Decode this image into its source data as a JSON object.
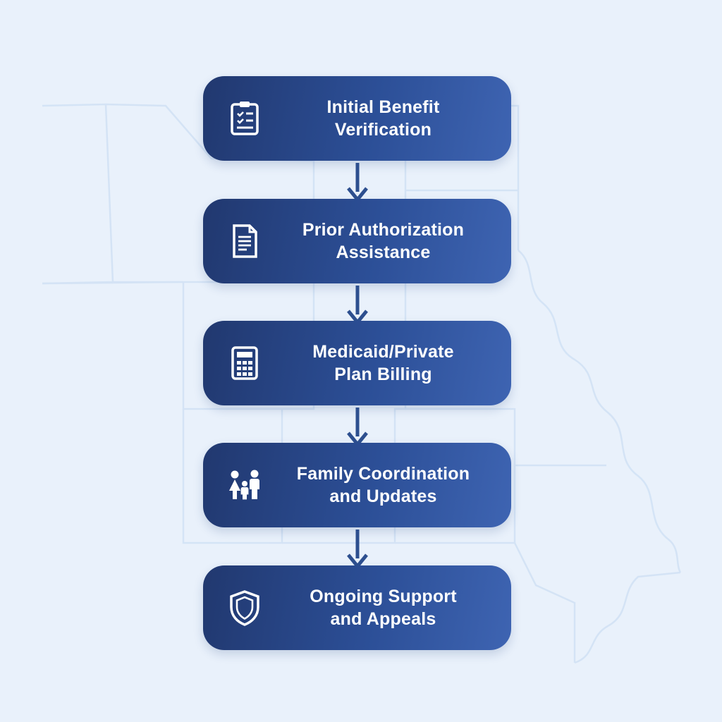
{
  "diagram": {
    "background_color": "#e9f1fb",
    "map_line_color": "#cfe1f4",
    "box_gradient_start": "#21386f",
    "box_gradient_end": "#3e64b2",
    "arrow_color": "#2d4f8f",
    "text_color": "#ffffff",
    "steps": [
      {
        "icon": "clipboard-icon",
        "line1": "Initial Benefit",
        "line2": "Verification"
      },
      {
        "icon": "document-icon",
        "line1": "Prior Authorization",
        "line2": "Assistance"
      },
      {
        "icon": "calculator-icon",
        "line1": "Medicaid/Private",
        "line2": "Plan Billing"
      },
      {
        "icon": "family-icon",
        "line1": "Family Coordination",
        "line2": "and Updates"
      },
      {
        "icon": "shield-icon",
        "line1": "Ongoing Support",
        "line2": "and Appeals"
      }
    ]
  }
}
